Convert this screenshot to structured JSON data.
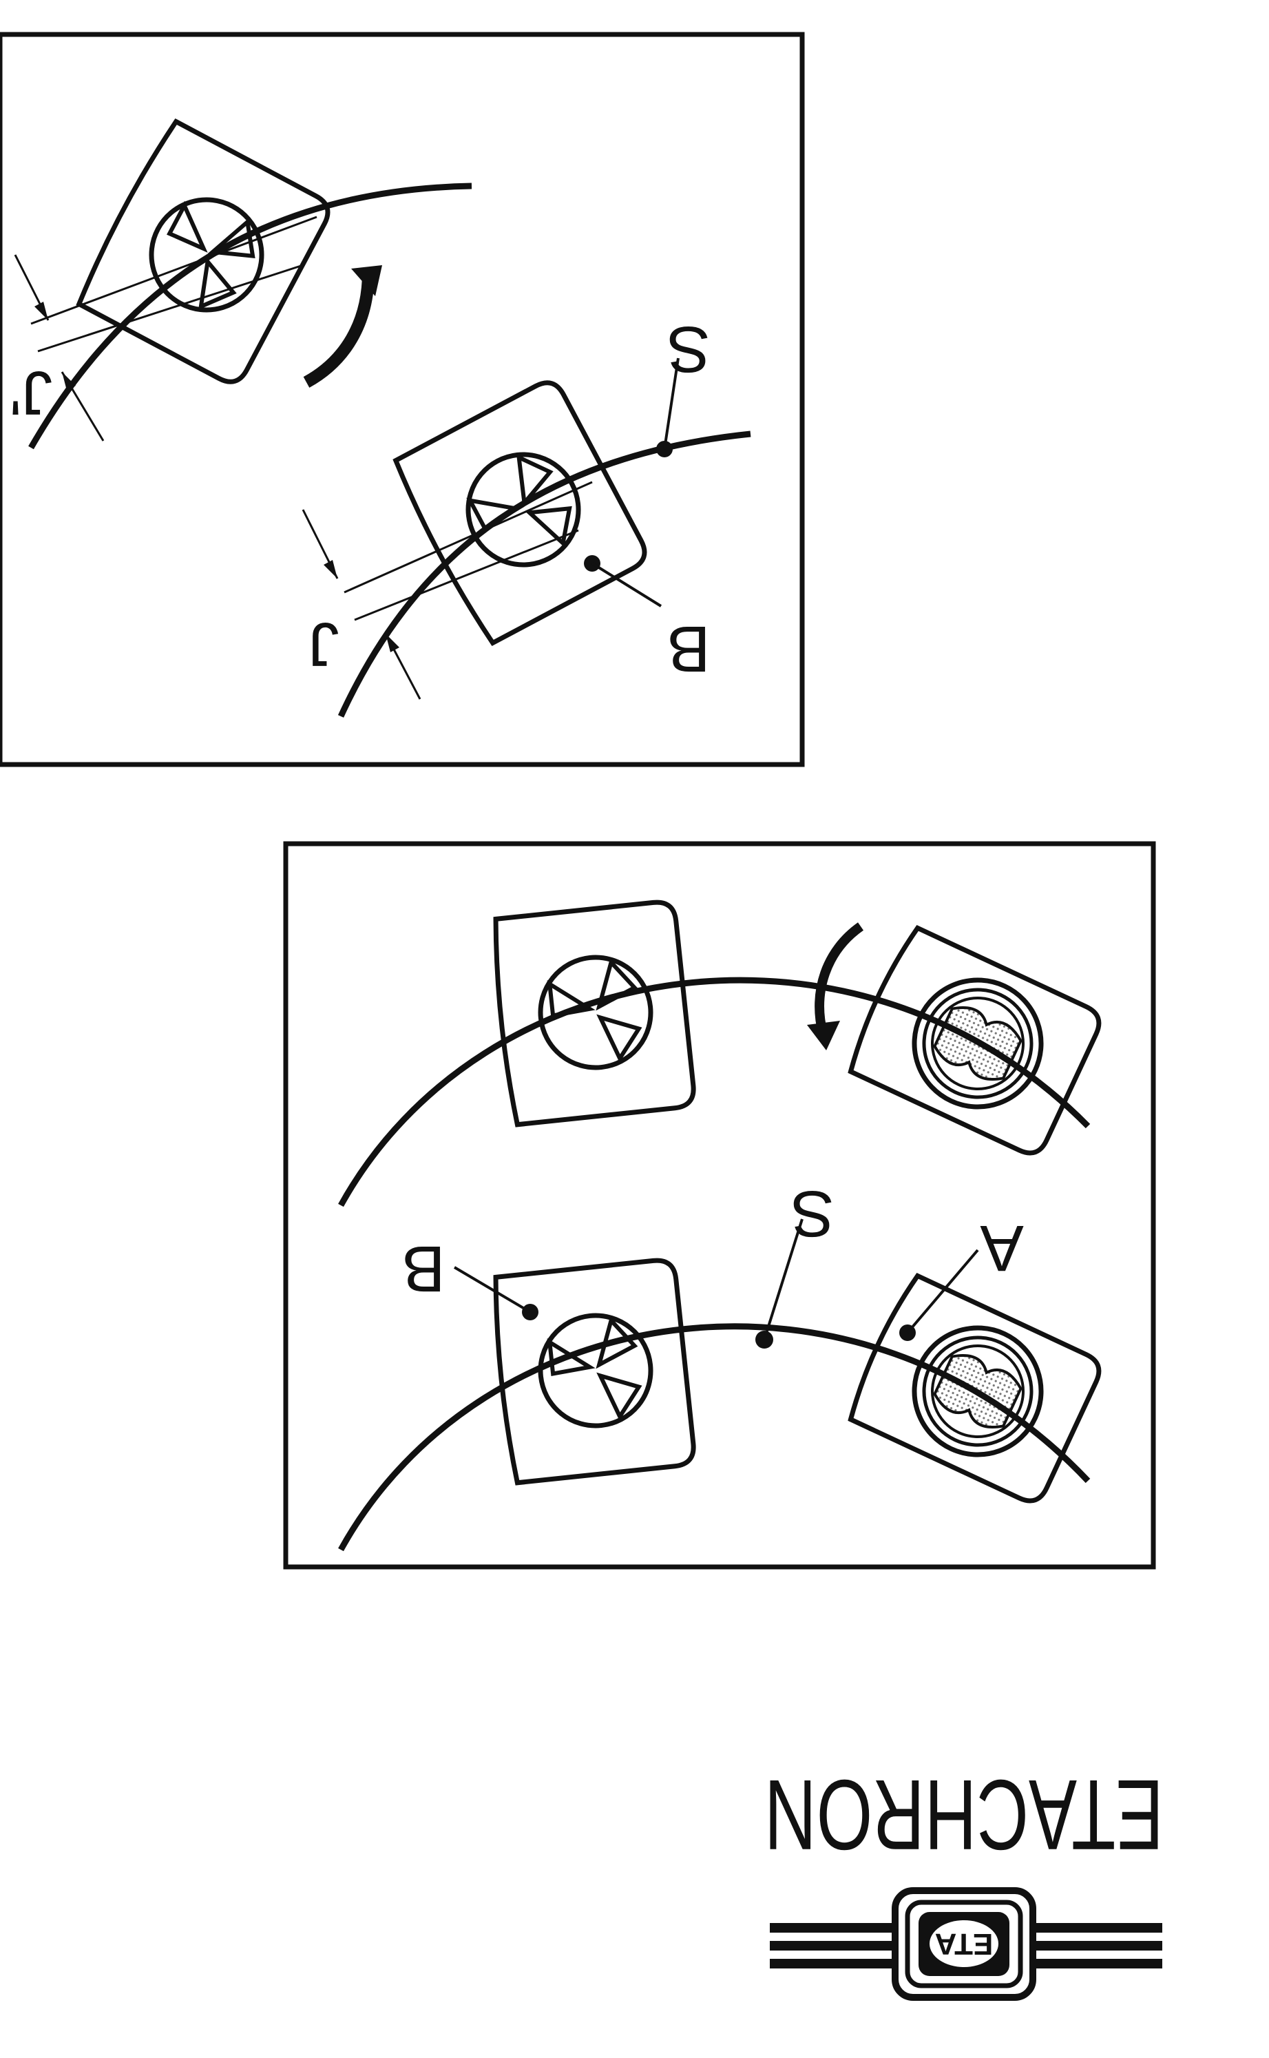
{
  "page": {
    "background": "#ffffff",
    "ink": "#111111",
    "dot_pattern": "#777777"
  },
  "top_figure": {
    "labels": {
      "s": "S",
      "b": "B",
      "j": "J",
      "j_prime": "J'"
    }
  },
  "bottom_figure": {
    "labels": {
      "s": "S",
      "a": "A",
      "b": "B"
    }
  },
  "brand": {
    "name": "ETACHRON",
    "logo_text": "ETA"
  }
}
